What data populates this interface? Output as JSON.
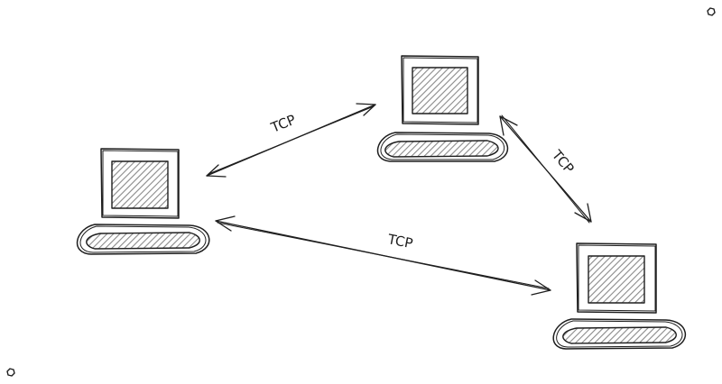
{
  "diagram": {
    "nodes": [
      {
        "id": "computer-left",
        "type": "computer"
      },
      {
        "id": "computer-top",
        "type": "computer"
      },
      {
        "id": "computer-right",
        "type": "computer"
      }
    ],
    "edges": [
      {
        "from": "computer-left",
        "to": "computer-top",
        "label": "TCP",
        "direction": "both"
      },
      {
        "from": "computer-top",
        "to": "computer-right",
        "label": "TCP",
        "direction": "both"
      },
      {
        "from": "computer-left",
        "to": "computer-right",
        "label": "TCP",
        "direction": "both"
      }
    ]
  },
  "colors": {
    "ink": "#1e1e1e",
    "screen_fill": "#8a8a8a",
    "background": "#ffffff"
  }
}
